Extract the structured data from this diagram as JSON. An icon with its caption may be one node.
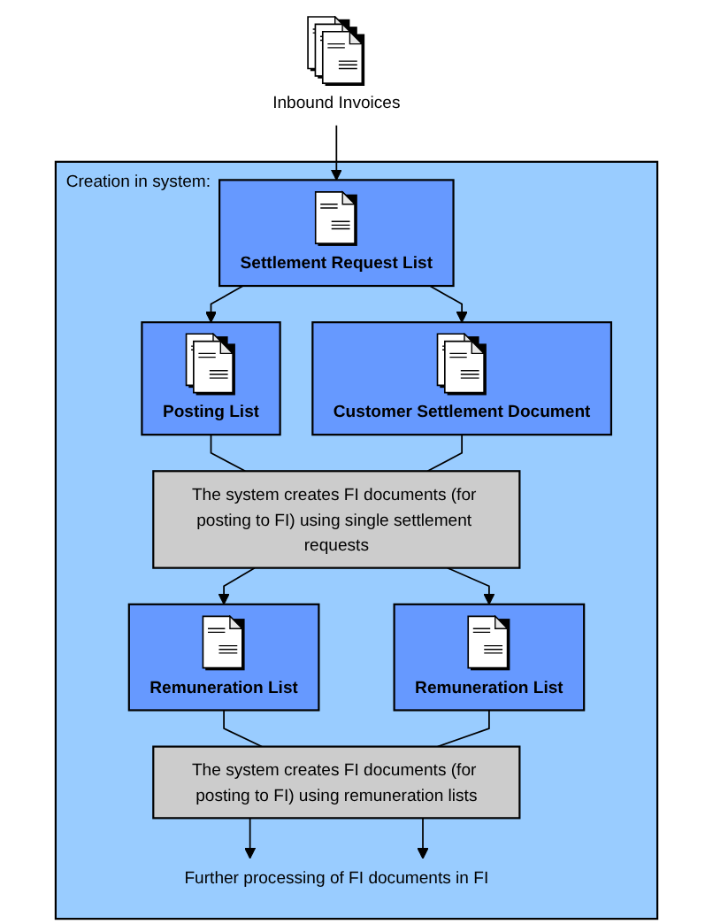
{
  "diagram": {
    "nodes": [
      {
        "text": [
          "Inbound Invoices"
        ]
      },
      {
        "text": [
          "Creation in system:"
        ]
      },
      {
        "text": [
          "Settlement Request List"
        ],
        "in": 1
      },
      {
        "text": [
          "Posting List"
        ],
        "in": 1
      },
      {
        "text": [
          "Customer Settlement Document"
        ],
        "in": 1
      },
      {
        "text": [
          "The system creates FI documents (for posting to FI) using single settlement requests"
        ],
        "in": 1
      },
      {
        "text": [
          "Remuneration List"
        ],
        "in": 1
      },
      {
        "text": [
          "Remuneration List"
        ],
        "in": 1
      },
      {
        "text": [
          "The system creates FI documents (for posting to FI) using remuneration lists"
        ],
        "in": 1
      },
      {
        "text": [
          "Further processing of FI documents in FI"
        ],
        "in": 1
      }
    ],
    "edges": [
      {
        "from": 0,
        "to": 2,
        "arrow": "to"
      },
      {
        "from": 2,
        "to": 3,
        "arrow": "to"
      },
      {
        "from": 2,
        "to": 4,
        "arrow": "to"
      },
      {
        "from": 3,
        "to": 5,
        "arrow": "none"
      },
      {
        "from": 4,
        "to": 5,
        "arrow": "none"
      },
      {
        "from": 5,
        "to": 6,
        "arrow": "to"
      },
      {
        "from": 5,
        "to": 7,
        "arrow": "to"
      },
      {
        "from": 6,
        "to": 8,
        "arrow": "none"
      },
      {
        "from": 7,
        "to": 8,
        "arrow": "none"
      },
      {
        "from": 8,
        "to": 9,
        "arrow": "to"
      },
      {
        "from": 8,
        "to": 9,
        "arrow": "to"
      }
    ]
  }
}
